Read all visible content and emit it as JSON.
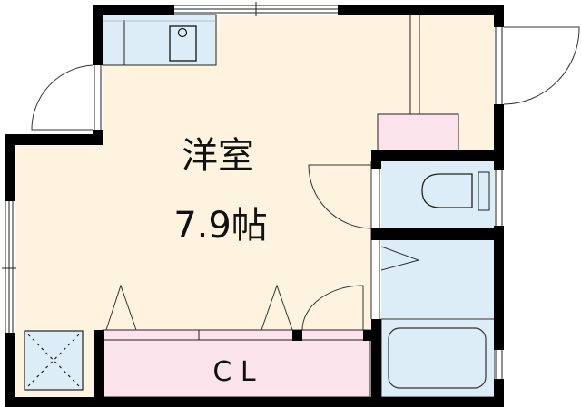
{
  "rooms": {
    "western_room": {
      "name": "洋室",
      "size": "7.9帖"
    },
    "closet": {
      "name": "C L"
    }
  },
  "colors": {
    "room_fill": "#fdf3de",
    "wet_area_fill": "#dcedf8",
    "storage_fill": "#fae3ea",
    "wall": "#000000"
  }
}
